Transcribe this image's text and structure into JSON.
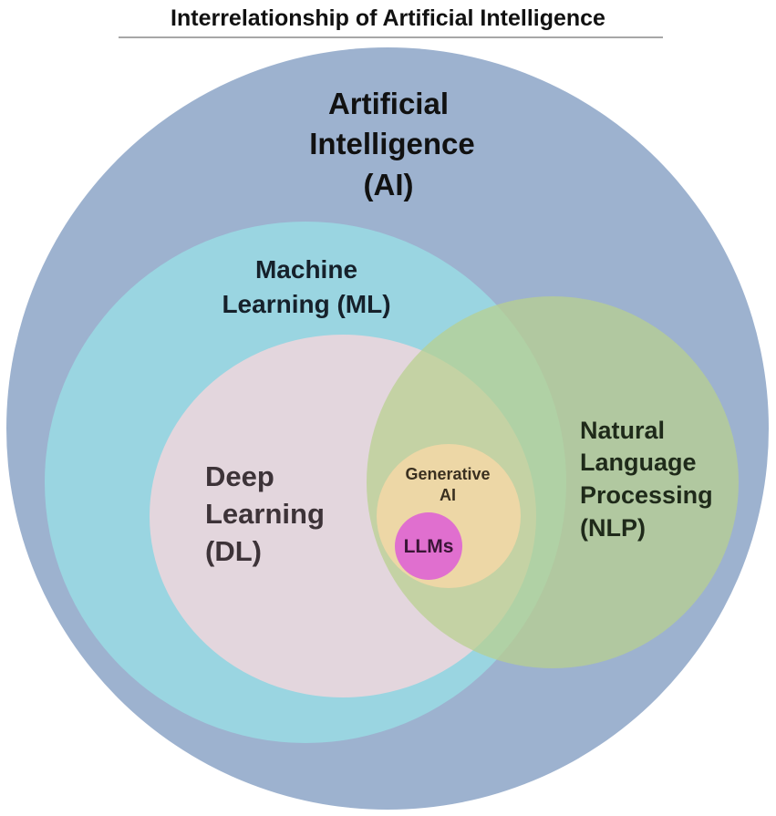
{
  "title": "Interrelationship of Artificial Intelligence",
  "diagram": {
    "ai": {
      "lines": [
        "Artificial",
        "Intelligence",
        "(AI)"
      ],
      "fill": "#9db2cf",
      "text_color": "#111111"
    },
    "ml": {
      "lines": [
        "Machine",
        "Learning (ML)"
      ],
      "fill": "#9ad5e1",
      "text_color": "#16212b"
    },
    "dl": {
      "lines": [
        "Deep",
        "Learning",
        "(DL)"
      ],
      "fill": "#e3d6dd",
      "text_color": "#3d3338"
    },
    "nlp": {
      "lines": [
        "Natural",
        "Language",
        "Processing",
        "(NLP)"
      ],
      "fill": "#b9d08e",
      "text_color": "#1f2a1a"
    },
    "generative_ai": {
      "lines": [
        "Generative",
        "AI"
      ],
      "fill": "#f0d7a6",
      "text_color": "#3a3020"
    },
    "llms": {
      "lines": [
        "LLMs"
      ],
      "fill": "#e06fcf",
      "text_color": "#3a1536"
    }
  }
}
